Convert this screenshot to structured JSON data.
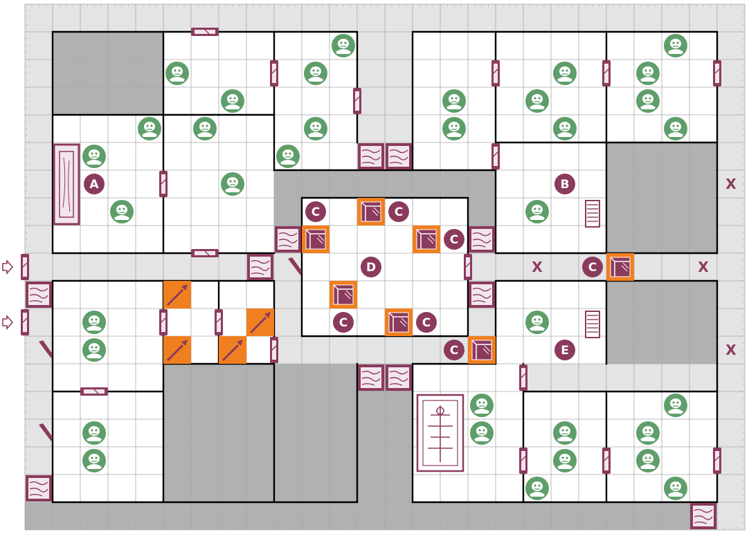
{
  "colors": {
    "corridor": "#e4e4e4",
    "room": "#ffffff",
    "solid": "#b1b1b1",
    "grid": "#a8a8a8",
    "wall": "#000000",
    "furniture": "#8b3a5e",
    "monster": "#5f9e6a",
    "marker": "#8b3a5e",
    "trap": "#f07f1f"
  },
  "labels": {
    "A": "A",
    "B": "B",
    "C": "C",
    "D": "D",
    "E": "E",
    "X": "X"
  },
  "icons": {
    "monster": "monster-token-icon",
    "door": "door-icon",
    "rubble": "rubble-block-icon",
    "pit_trap": "pit-trap-icon",
    "spear_trap": "spear-trap-icon",
    "stairs_arrow": "stairs-arrow-icon",
    "tomb": "tomb-icon",
    "rack": "weapon-rack-icon",
    "throne": "throne-icon"
  }
}
